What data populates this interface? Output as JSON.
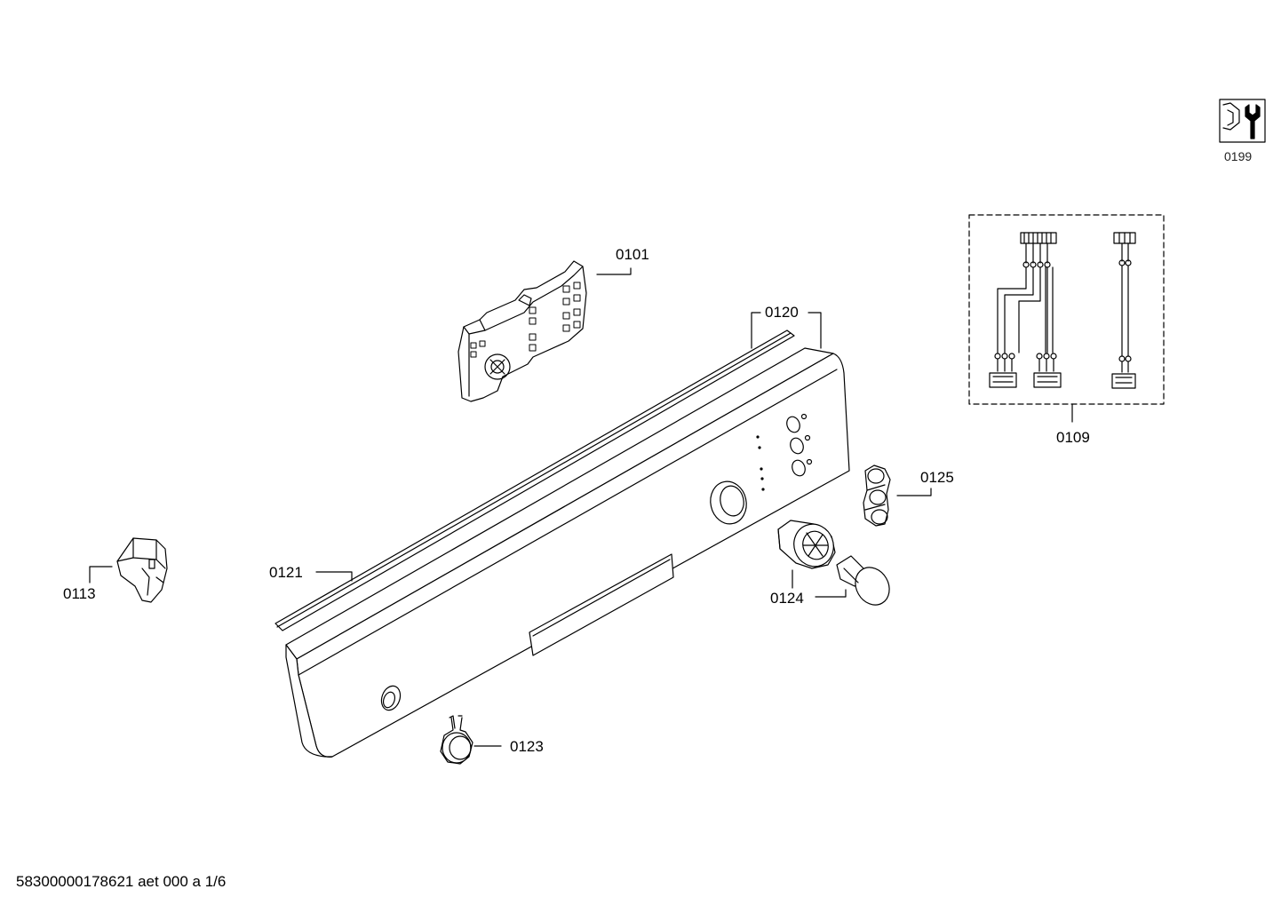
{
  "labels": {
    "p0101": "0101",
    "p0109": "0109",
    "p0113": "0113",
    "p0120": "0120",
    "p0121": "0121",
    "p0123": "0123",
    "p0124": "0124",
    "p0125": "0125",
    "p0199": "0199"
  },
  "footer": "58300000178621 aet 000 a 1/6",
  "icons": {
    "tool": "wrench-nut-icon"
  }
}
